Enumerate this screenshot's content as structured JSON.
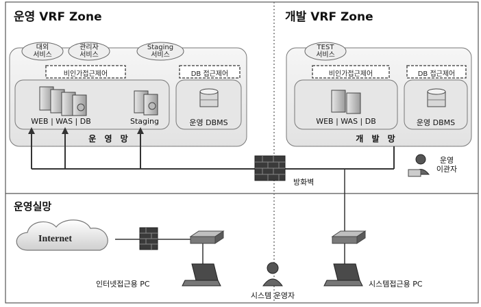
{
  "zones": {
    "ops_vrf": "운영 VRF Zone",
    "dev_vrf": "개발 VRF Zone",
    "ops_real": "운영실망"
  },
  "ops": {
    "services": [
      {
        "line1": "대외",
        "line2": "서비스"
      },
      {
        "line1": "관리자",
        "line2": "서비스"
      },
      {
        "line1": "Staging",
        "line2": "서비스"
      }
    ],
    "non_person_access": "비인가접근제어",
    "db_access": "DB 접근제어",
    "servers_label": "WEB | WAS | DB",
    "staging_label": "Staging",
    "dbms_label": "운영 DBMS",
    "network_label": "운 영 망"
  },
  "dev": {
    "services": [
      {
        "line1": "TEST",
        "line2": "서비스"
      }
    ],
    "non_person_access": "비인가접근제어",
    "db_access": "DB 접근제어",
    "servers_label": "WEB | WAS | DB",
    "dbms_label": "운영 DBMS",
    "network_label": "개 발 망"
  },
  "firewall_label": "방화벽",
  "ops_transfer": {
    "line1": "운영",
    "line2": "이관자"
  },
  "internet_label": "Internet",
  "internet_pc_label": "인터넷접근용 PC",
  "sys_operator_label": "시스템 운영자",
  "sys_pc_label": "시스템접근용 PC",
  "colors": {
    "zone_border": "#555555",
    "box_fill": "#f0f0f0",
    "inner_fill": "#e6e6e6",
    "line": "#333333",
    "firewall": "#3a3a3a"
  }
}
